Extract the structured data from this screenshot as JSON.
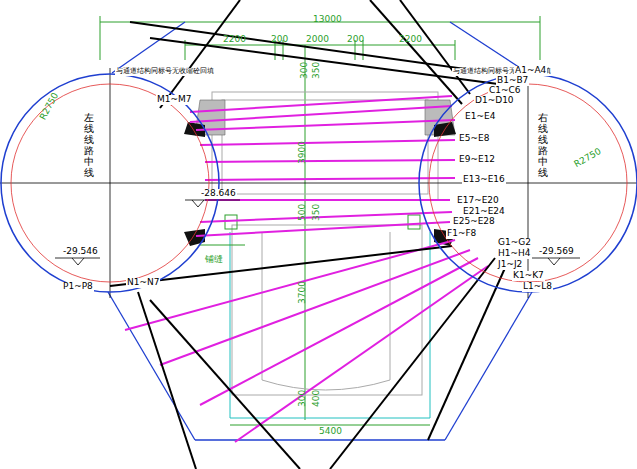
{
  "diagram": {
    "nodes": [
      {
        "text": [
          "左线线路中线",
          "R2750"
        ]
      },
      {
        "text": [
          "右线线路中线",
          "R2750"
        ]
      }
    ],
    "labels": [
      "13000",
      "2200",
      "200",
      "2000",
      "200",
      "2200",
      "与通道结构同标号无收缩砼回填",
      "与通道结构同标号无收缩砼回填",
      "300",
      "350",
      "3900",
      "500",
      "350",
      "3700",
      "300",
      "400",
      "5400",
      "M1~M7",
      "A1~A4",
      "B1~B7",
      "C1~C6",
      "D1~D10",
      "E1~E4",
      "E5~E8",
      "E9~E12",
      "E13~E16",
      "E17~E20",
      "E21~E24",
      "E25~E28",
      "F1~F8",
      "G1~G2",
      "H1~H4",
      "J1~J2",
      "K1~K7",
      "L1~L8",
      "N1~N7",
      "P1~P8",
      "-29.546",
      "-28.646",
      "-29.569",
      "铺缝"
    ]
  }
}
